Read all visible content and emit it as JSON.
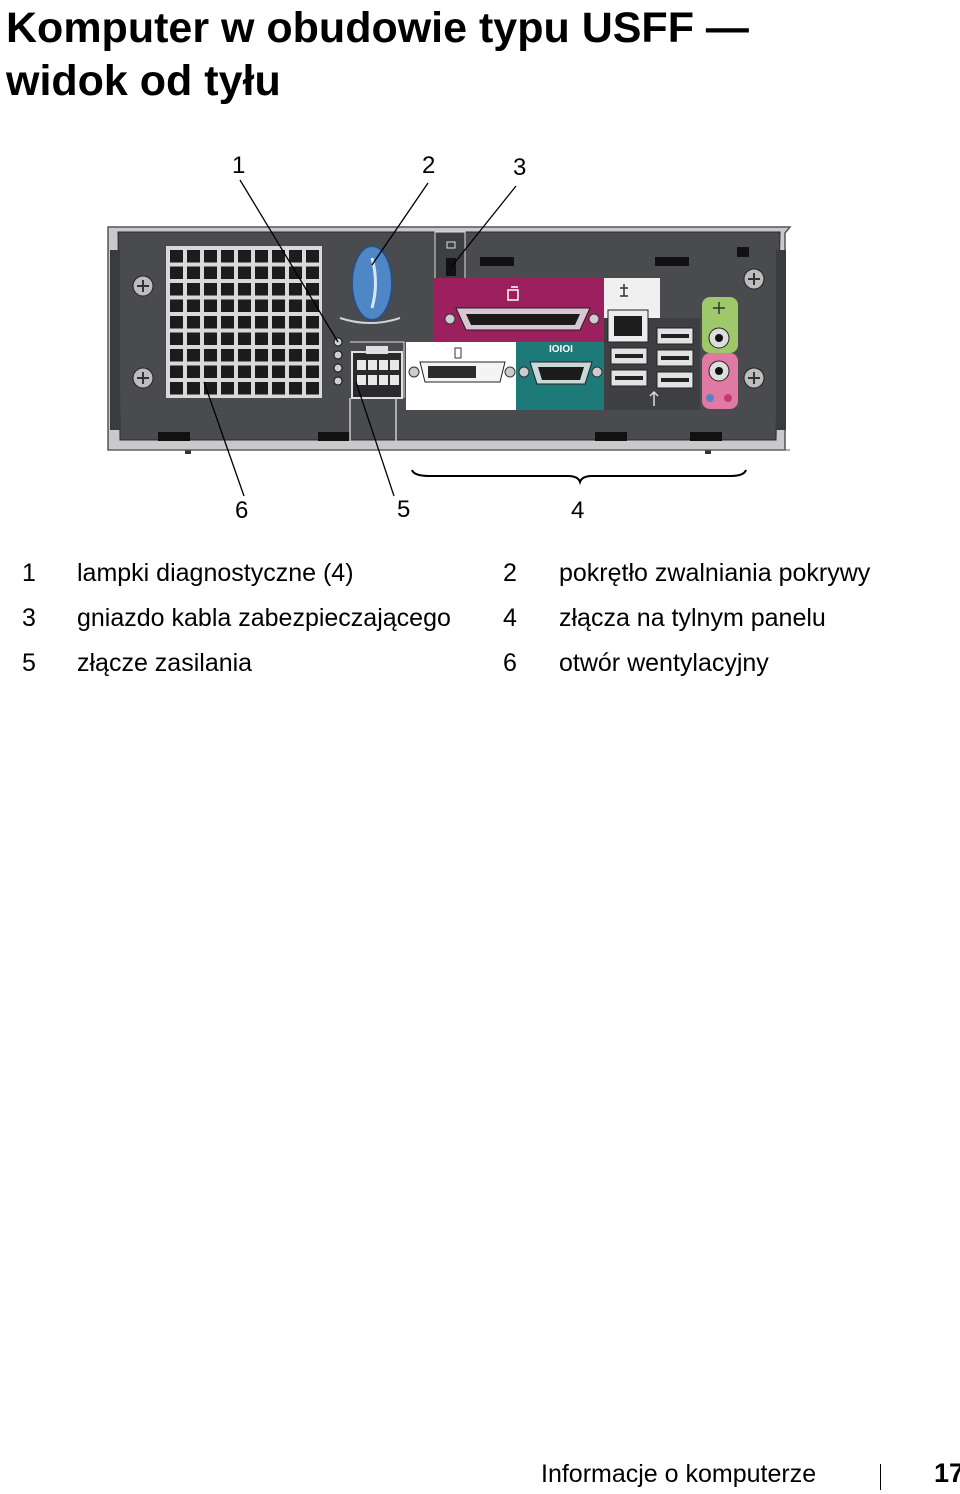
{
  "heading": {
    "line1": "Komputer w obudowie typu USFF —",
    "line2": "widok od tyłu"
  },
  "figure": {
    "callouts": [
      "1",
      "2",
      "3",
      "4",
      "5",
      "6"
    ]
  },
  "legend": [
    {
      "num": "1",
      "text": "lampki diagnostyczne (4)"
    },
    {
      "num": "2",
      "text": "pokrętło zwalniania pokrywy"
    },
    {
      "num": "3",
      "text": "gniazdo kabla zabezpieczającego"
    },
    {
      "num": "4",
      "text": "złącza na tylnym panelu"
    },
    {
      "num": "5",
      "text": "złącze zasilania"
    },
    {
      "num": "6",
      "text": "otwór wentylacyjny"
    }
  ],
  "footer": {
    "section": "Informacje o komputerze",
    "page_number": "17"
  },
  "colors": {
    "chassis": "#4a4b4f",
    "parallel_panel": "#9c1f5e",
    "serial_panel": "#1d7a78",
    "audio_green": "#9fc86a",
    "audio_pink": "#e07aa5",
    "knob_blue": "#4f86c6"
  }
}
